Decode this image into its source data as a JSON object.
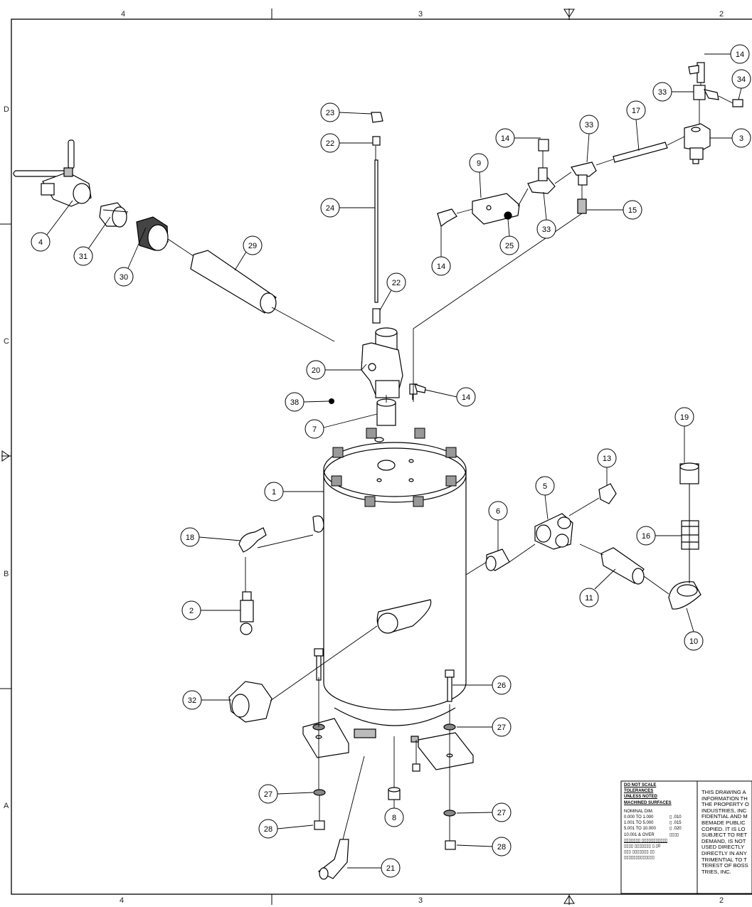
{
  "border": {
    "top_columns": [
      "4",
      "3",
      "2"
    ],
    "bottom_columns": [
      "4",
      "3",
      "2"
    ],
    "rows": [
      "D",
      "C",
      "B",
      "A"
    ]
  },
  "parts": [
    {
      "id": "vessel",
      "label": "1"
    },
    {
      "id": "drain-valve",
      "label": "2"
    },
    {
      "id": "filter-reg",
      "label": "3"
    },
    {
      "id": "ball-valve",
      "label": "4"
    },
    {
      "id": "tee",
      "label": "5"
    },
    {
      "id": "nipple-short",
      "label": "6"
    },
    {
      "id": "bushing",
      "label": "7"
    },
    {
      "id": "cap",
      "label": "8"
    },
    {
      "id": "muffler-body",
      "label": "9"
    },
    {
      "id": "street-elbow",
      "label": "10"
    },
    {
      "id": "nipple-long",
      "label": "11"
    },
    {
      "id": "plug-hex",
      "label": "13"
    },
    {
      "id": "elbow-fitting",
      "label": "14"
    },
    {
      "id": "adapter",
      "label": "15"
    },
    {
      "id": "union",
      "label": "16"
    },
    {
      "id": "tube-17",
      "label": "17"
    },
    {
      "id": "elbow-18",
      "label": "18"
    },
    {
      "id": "reducer-19",
      "label": "19"
    },
    {
      "id": "coupler-20",
      "label": "20"
    },
    {
      "id": "elbow-21",
      "label": "21"
    },
    {
      "id": "connector-22",
      "label": "22"
    },
    {
      "id": "elbow-23",
      "label": "23"
    },
    {
      "id": "tube-24",
      "label": "24"
    },
    {
      "id": "plug-25",
      "label": "25"
    },
    {
      "id": "bolt-26",
      "label": "26"
    },
    {
      "id": "washer-27",
      "label": "27"
    },
    {
      "id": "nut-28",
      "label": "28"
    },
    {
      "id": "pipe-29",
      "label": "29"
    },
    {
      "id": "coupling-30",
      "label": "30"
    },
    {
      "id": "nipple-31",
      "label": "31"
    },
    {
      "id": "cap-32",
      "label": "32"
    },
    {
      "id": "tee-33",
      "label": "33"
    },
    {
      "id": "fitting-34",
      "label": "34"
    },
    {
      "id": "plug-38",
      "label": "38"
    }
  ],
  "tolerance_block": {
    "header": [
      "DO NOT SCALE",
      "TOLERANCES",
      "UNLESS NOTED",
      "MACHINED SURFACES"
    ],
    "nominal_header": "NOMINAL DIM.",
    "rows": [
      {
        "range": "0.000 TO 1.000",
        "tol": "▯ .010"
      },
      {
        "range": "1.001 TO 5.000",
        "tol": "▯ .015"
      },
      {
        "range": "5.001 TO 10.000",
        "tol": "▯ .020"
      },
      {
        "range": "10.001 & OVER",
        "tol": "▯▯▯▯"
      }
    ],
    "footer": [
      "▯▯▯▯▯▯▯ ▯▯▯▯▯▯▯▯▯▯▯",
      "▯▯▯▯ ▯▯▯▯▯▯▯ ▯.▯0",
      "▯▯▯ ▯▯▯▯▯▯▯ ▯▯",
      "▯▯▯▯▯▯▯▯▯▯▯▯▯"
    ]
  },
  "notice": [
    "THIS DRAWING A",
    "INFORMATION TH",
    "THE PROPERTY O",
    "INDUSTRIES, INC",
    "FIDENTIAL AND M",
    "BEMADE PUBLIC",
    "COPIED. IT IS LO",
    "SUBJECT TO RET",
    "DEMAND, IS NOT",
    "USED DIRECTLY",
    "DIRECTLY IN ANY",
    "TRIMENTIAL TO T",
    "TEREST OF BOSS",
    "TRIES, INC."
  ]
}
